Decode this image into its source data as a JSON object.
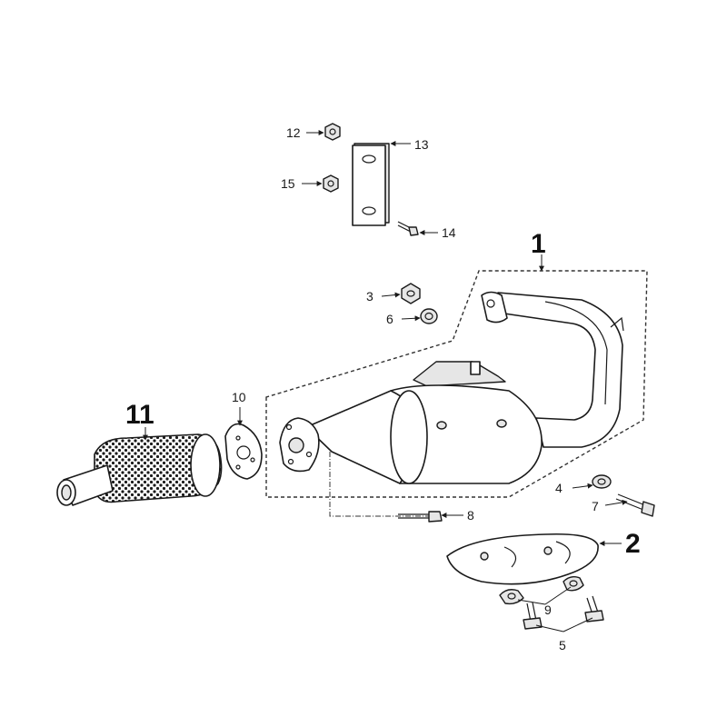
{
  "callouts": {
    "c1": "1",
    "c2": "2",
    "c3": "3",
    "c4": "4",
    "c5": "5",
    "c6": "6",
    "c7": "7",
    "c8": "8",
    "c9": "9",
    "c10": "10",
    "c11": "11",
    "c12": "12",
    "c13": "13",
    "c14": "14",
    "c15": "15"
  },
  "colors": {
    "line": "#1a1a1a",
    "shade": "#e6e6e6",
    "background": "#ffffff"
  }
}
